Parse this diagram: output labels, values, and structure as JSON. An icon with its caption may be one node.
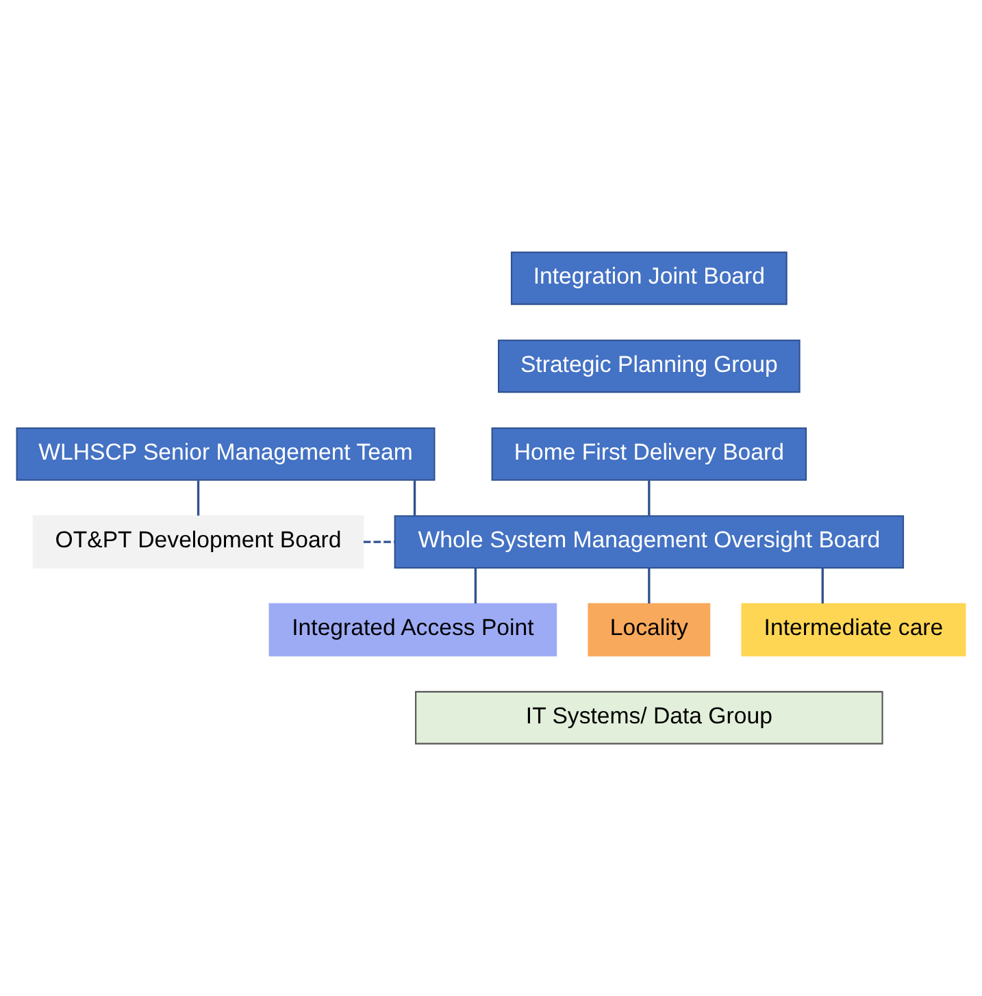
{
  "diagram": {
    "nodes": [
      {
        "text": [
          "Integration Joint Board"
        ]
      },
      {
        "text": [
          "Strategic Planning Group"
        ]
      },
      {
        "text": [
          "Home First Delivery Board"
        ]
      },
      {
        "text": [
          "WLHSCP Senior Management Team"
        ]
      },
      {
        "text": [
          "OT&PT Development Board"
        ]
      },
      {
        "text": [
          "Whole System Management Oversight Board"
        ]
      },
      {
        "text": [
          "Integrated Access Point"
        ]
      },
      {
        "text": [
          "Locality"
        ]
      },
      {
        "text": [
          "Intermediate care"
        ]
      },
      {
        "text": [
          "IT Systems/ Data Group"
        ]
      }
    ],
    "edges": [
      {
        "from": 2,
        "to": 5,
        "arrow": "none"
      },
      {
        "from": 3,
        "to": 5,
        "arrow": "none"
      },
      {
        "from": 3,
        "to": 4,
        "arrow": "none"
      },
      {
        "from": 4,
        "to": 5,
        "arrow": "none",
        "style": "dashed"
      },
      {
        "from": 5,
        "to": 6,
        "arrow": "none"
      },
      {
        "from": 5,
        "to": 7,
        "arrow": "none"
      },
      {
        "from": 5,
        "to": 8,
        "arrow": "none"
      }
    ]
  }
}
